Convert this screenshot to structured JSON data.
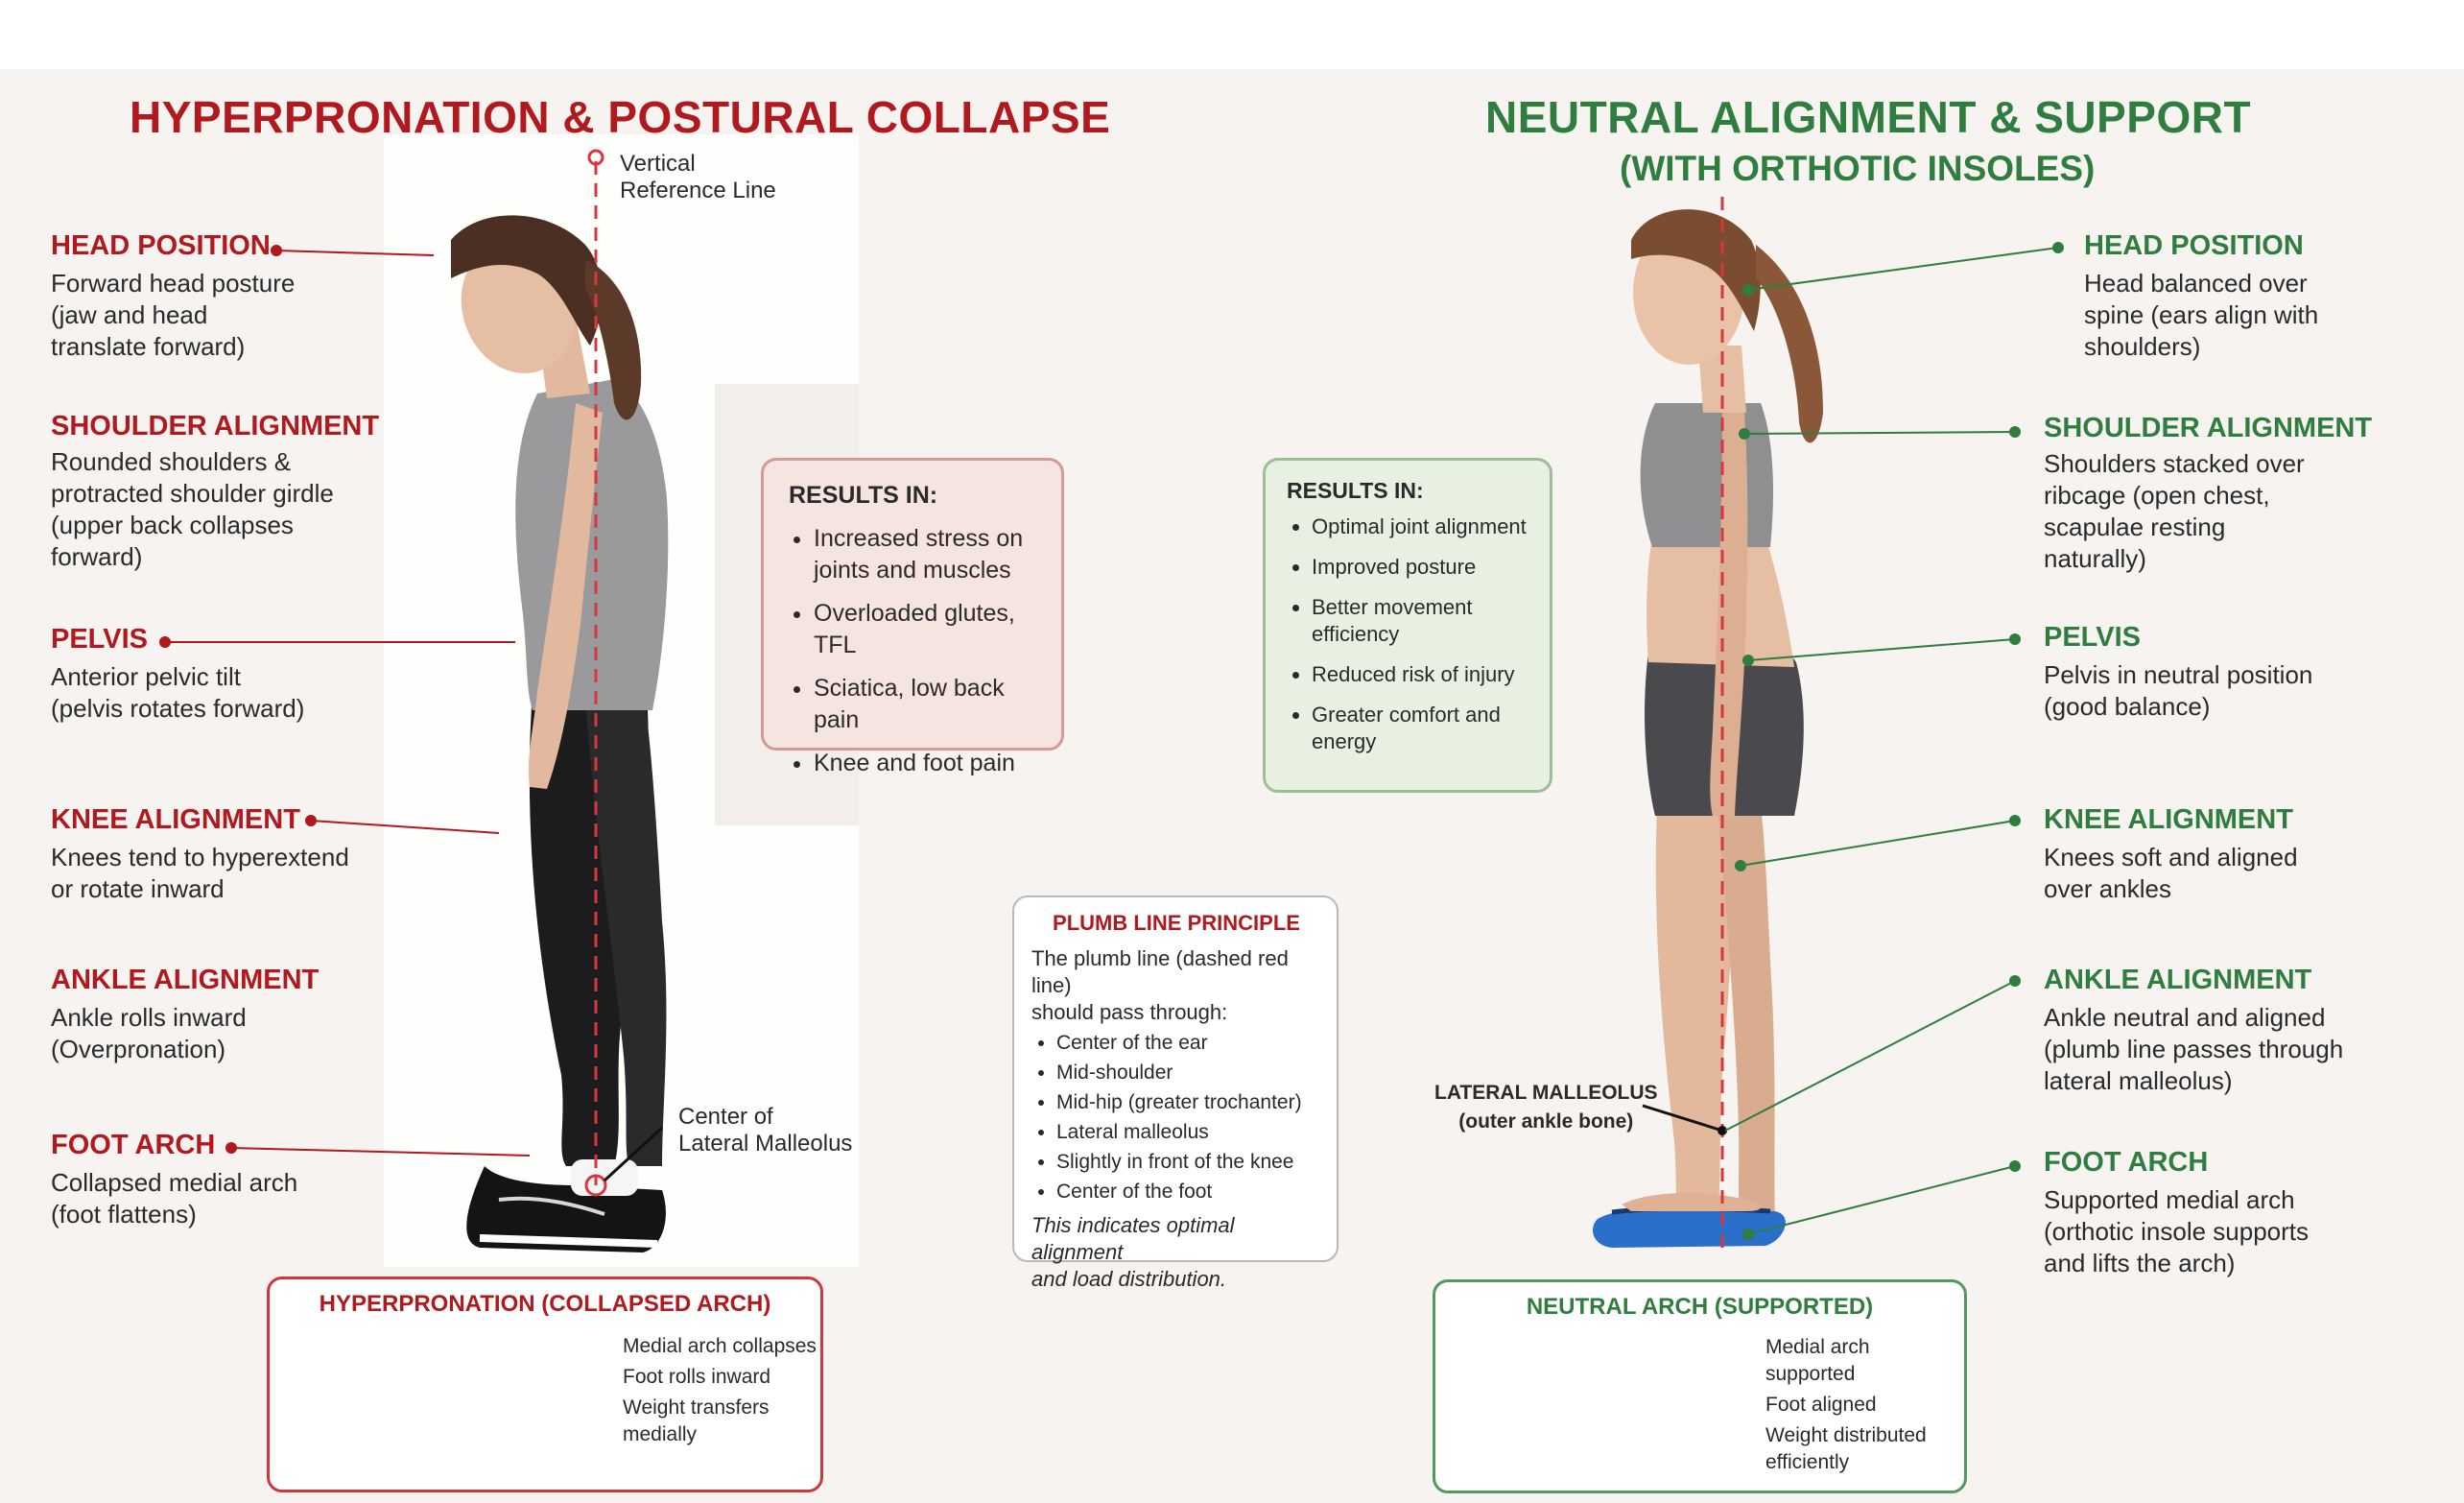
{
  "colors": {
    "red": "#b0191e",
    "green": "#2f7d3f",
    "plumb_line": "#d9363e"
  },
  "left": {
    "title": "HYPERPRONATION & POSTURAL COLLAPSE",
    "reference_label": "Vertical\nReference Line",
    "malleolus_label": "Center of\nLateral Malleolus",
    "labels": [
      {
        "title": "HEAD POSITION",
        "desc": "Forward head posture\n(jaw and head\ntranslate forward)"
      },
      {
        "title": "SHOULDER ALIGNMENT",
        "desc": "Rounded shoulders &\nprotracted shoulder girdle\n(upper back collapses\nforward)"
      },
      {
        "title": "PELVIS",
        "desc": "Anterior pelvic tilt\n(pelvis rotates forward)"
      },
      {
        "title": "KNEE ALIGNMENT",
        "desc": "Knees tend to hyperextend\nor rotate inward"
      },
      {
        "title": "ANKLE ALIGNMENT",
        "desc": "Ankle rolls inward\n(Overpronation)"
      },
      {
        "title": "FOOT ARCH",
        "desc": "Collapsed medial arch\n(foot flattens)"
      }
    ],
    "results": {
      "title": "RESULTS IN:",
      "items": [
        "Increased stress on joints and muscles",
        "Overloaded glutes, TFL",
        "Sciatica, low back pain",
        "Knee and foot pain"
      ]
    },
    "arch_box": {
      "title": "HYPERPRONATION (COLLAPSED ARCH)",
      "lines": [
        "Medial arch collapses",
        "Foot rolls inward",
        "Weight transfers\nmedially"
      ]
    }
  },
  "right": {
    "title": "NEUTRAL ALIGNMENT & SUPPORT",
    "subtitle": "(WITH ORTHOTIC INSOLES)",
    "malleolus_label": "LATERAL MALLEOLUS\n(outer ankle bone)",
    "labels": [
      {
        "title": "HEAD POSITION",
        "desc": "Head balanced over\nspine (ears align with\nshoulders)"
      },
      {
        "title": "SHOULDER ALIGNMENT",
        "desc": "Shoulders stacked over\nribcage (open chest,\nscapulae resting\nnaturally)"
      },
      {
        "title": "PELVIS",
        "desc": "Pelvis in neutral position\n(good balance)"
      },
      {
        "title": "KNEE ALIGNMENT",
        "desc": "Knees soft and aligned\nover ankles"
      },
      {
        "title": "ANKLE ALIGNMENT",
        "desc": "Ankle neutral and aligned\n(plumb line passes through\nlateral malleolus)"
      },
      {
        "title": "FOOT ARCH",
        "desc": "Supported medial arch\n(orthotic insole supports\nand lifts the arch)"
      }
    ],
    "results": {
      "title": "RESULTS IN:",
      "items": [
        "Optimal joint alignment",
        "Improved posture",
        "Better movement efficiency",
        "Reduced risk of injury",
        "Greater comfort and energy"
      ]
    },
    "arch_box": {
      "title": "NEUTRAL ARCH (SUPPORTED)",
      "lines": [
        "Medial arch supported",
        "Foot aligned",
        "Weight distributed\nefficiently"
      ]
    }
  },
  "plumb": {
    "title": "PLUMB LINE PRINCIPLE",
    "intro": "The plumb line (dashed red line)\nshould pass through:",
    "items": [
      "Center of the ear",
      "Mid-shoulder",
      "Mid-hip (greater trochanter)",
      "Lateral malleolus",
      "Slightly in front of the knee",
      "Center of the foot"
    ],
    "note": "This indicates optimal alignment\nand load distribution."
  }
}
